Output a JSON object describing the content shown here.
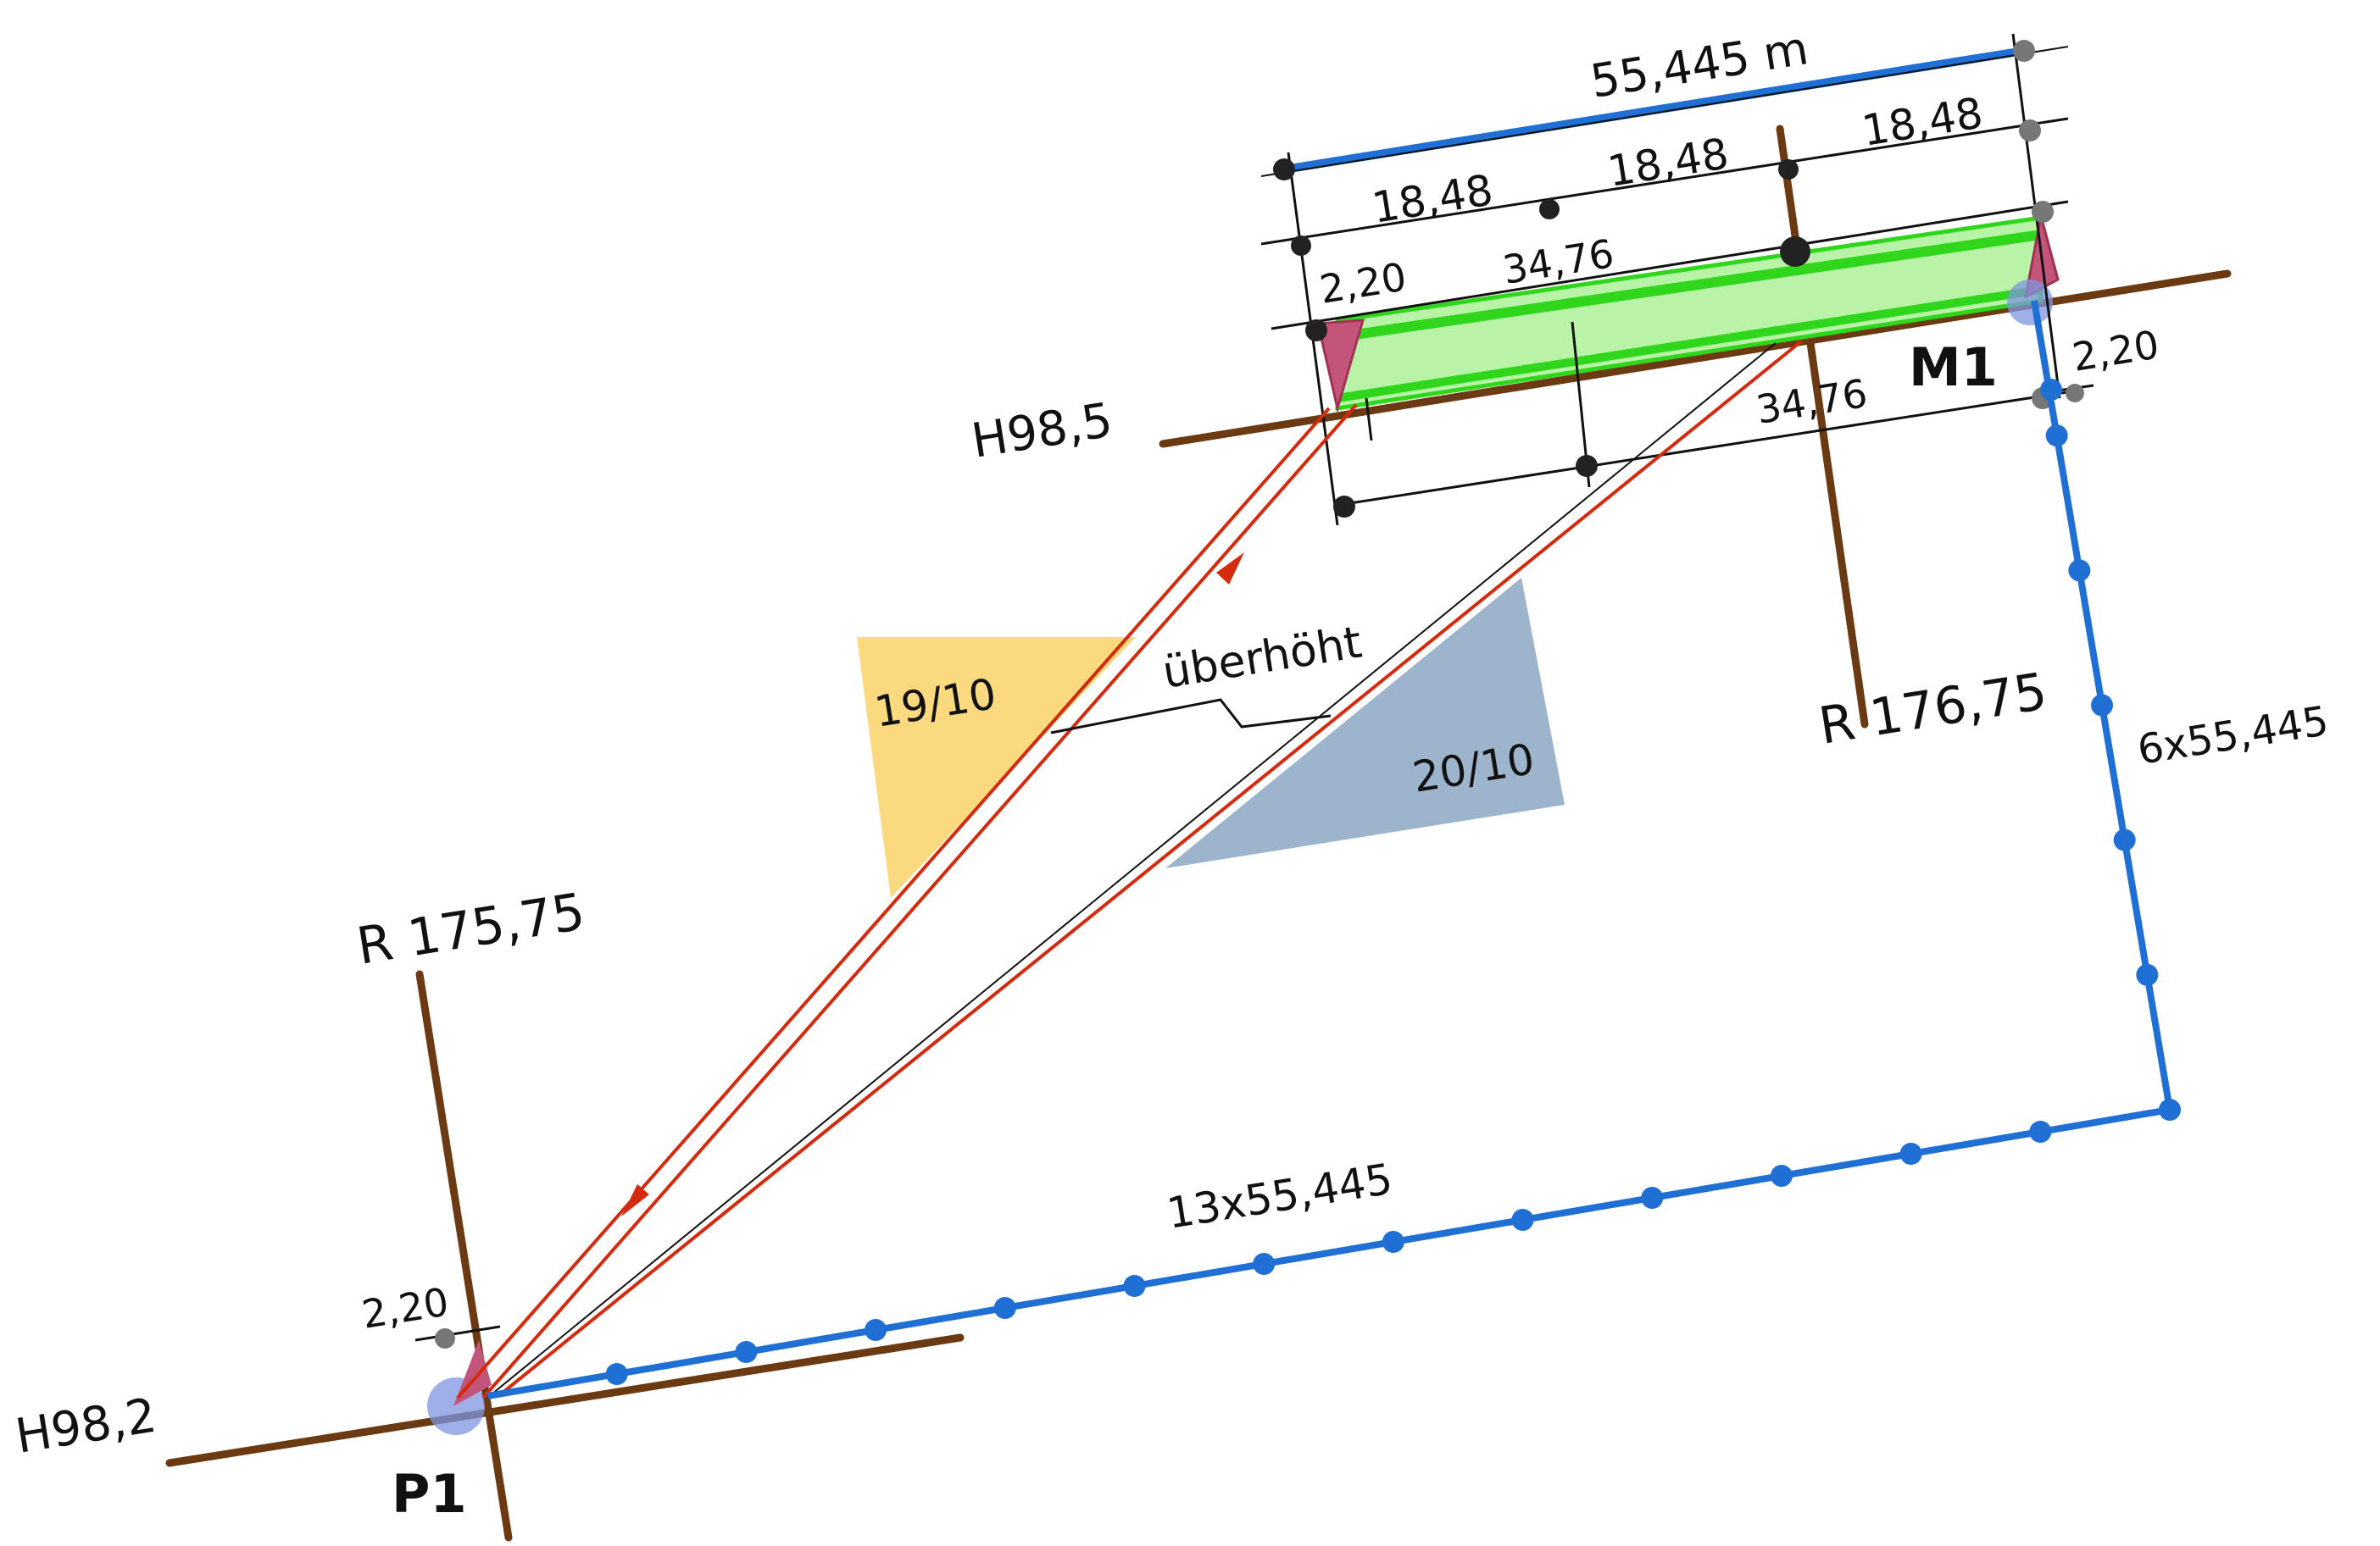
{
  "labels": {
    "top_length": "55,445 m",
    "seg_a": "18,48",
    "seg_b": "18,48",
    "seg_c": "18,48",
    "inner_top": "34,76",
    "inner_bottom": "34,76",
    "offset_left": "2,20",
    "offset_right": "2,20",
    "offset_p1": "2,20",
    "h_m1": "H98,5",
    "h_p1": "H98,2",
    "r_m1": "R 176,75",
    "r_p1": "R 175,75",
    "point_m1": "M1",
    "point_p1": "P1",
    "count_right": "6x55,445",
    "count_bottom": "13x55,445",
    "ratio_left": "19/10",
    "ratio_right": "20/10",
    "note": "überhöht"
  },
  "colors": {
    "outline": "#1a1a1a",
    "axis": "#6b3a12",
    "chain": "#1f6fd4",
    "ray": "#d42a0e",
    "beam_fill": "#b9f3a8",
    "beam_edge": "#2fd61c",
    "beam_end": "#c4557a",
    "ratio_left_fill": "#fbd97e",
    "ratio_right_fill": "#9db5cc",
    "point_marker": "#7f95e0",
    "dim_line": "#111111"
  }
}
